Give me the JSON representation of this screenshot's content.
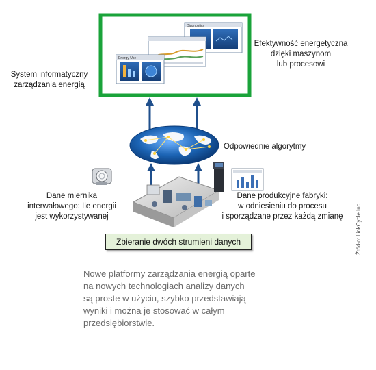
{
  "labels": {
    "system": "System informatyczny\nzarządzania energią",
    "efficiency": "Efektywność energetyczna\ndzięki maszynom\nlub procesowi",
    "algorithms": "Odpowiednie algorytmy",
    "meter": "Dane miernika\ninterwałowego: Ile energii\njest wykorzystywanej",
    "production": "Dane produkcyjne fabryki:\nw odniesieniu do procesu\ni sporządzane przez każdą zmianę",
    "collection": "Zbieranie dwóch strumieni danych"
  },
  "source": "Źródło: LinkCycle Inc.",
  "caption": "Nowe platformy zarządzania energią oparte\nna nowych technologiach analizy danych\nsą proste w użyciu, szybko przedstawiają\nwyniki i można je stosować w całym\nprzedsiębiorstwie.",
  "screens": {
    "front_title": "Energy Use",
    "back_title": "Diagnostics"
  },
  "colors": {
    "frame_green": "#1aa33a",
    "arrow_blue": "#1f4f8c",
    "globe_blue": "#1b63b3",
    "banner_fill": "#e4f1d9"
  }
}
